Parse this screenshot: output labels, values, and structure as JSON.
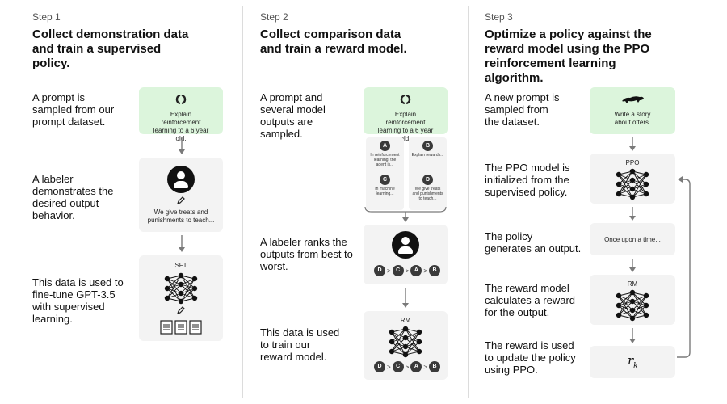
{
  "steps": [
    {
      "step_label": "Step 1",
      "title": "Collect demonstration data and train a supervised policy.",
      "descriptions": [
        "A prompt is sampled from our prompt dataset.",
        "A labeler demonstrates the desired output behavior.",
        "This data is used to fine-tune GPT-3.5 with supervised learning."
      ],
      "prompt_text": "Explain reinforcement learning to a 6 year old.",
      "demo_text": "We give treats and punishments to teach...",
      "model_label": "SFT"
    },
    {
      "step_label": "Step 2",
      "title": "Collect comparison data and train a reward model.",
      "descriptions": [
        "A prompt and several model outputs are sampled.",
        "A labeler ranks the outputs from best to worst.",
        "This data is used to train our reward model."
      ],
      "prompt_text": "Explain reinforcement learning to a 6 year old.",
      "candidates": [
        {
          "letter": "A",
          "text": "In reinforcement learning, the agent is..."
        },
        {
          "letter": "B",
          "text": "Explain rewards..."
        },
        {
          "letter": "C",
          "text": "In machine learning..."
        },
        {
          "letter": "D",
          "text": "We give treats and punishments to teach..."
        }
      ],
      "ranking": [
        "D",
        "C",
        "A",
        "B"
      ],
      "ranking_symbol": ">",
      "model_label": "RM"
    },
    {
      "step_label": "Step 3",
      "title": "Optimize a policy against the reward model using the PPO reinforcement learning algorithm.",
      "descriptions": [
        "A new prompt is sampled from the dataset.",
        "The PPO model is initialized from the supervised policy.",
        "The policy generates an output.",
        "The reward model calculates a reward for the output.",
        "The reward is used to update the policy using PPO."
      ],
      "prompt_text": "Write a story about otters.",
      "ppo_label": "PPO",
      "output_text": "Once upon a time...",
      "rm_label": "RM",
      "reward_symbol": "r",
      "reward_subscript": "k"
    }
  ],
  "colors": {
    "prompt_box": "#dcf5dc",
    "box": "#f3f3f3",
    "arrow": "#7a7a7a",
    "node": "#111111"
  },
  "icons": [
    "recycle-arrows-icon",
    "otter-icon",
    "labeler-avatar-icon",
    "pencil-icon",
    "neural-network-icon",
    "document-icon",
    "feedback-loop-arrow"
  ]
}
